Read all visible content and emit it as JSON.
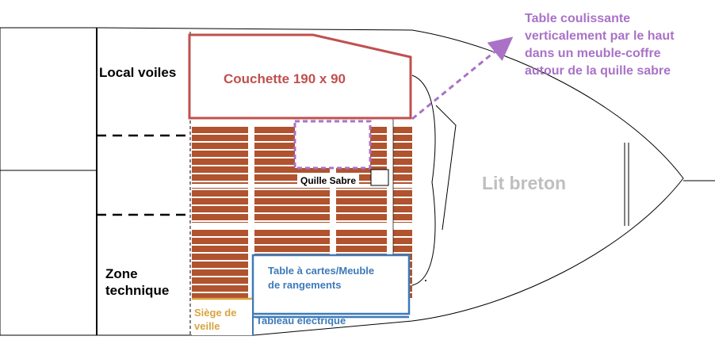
{
  "labels": {
    "local_voiles": "Local voiles",
    "zone_technique_line1": "Zone",
    "zone_technique_line2": "technique",
    "couchette": "Couchette 190 x 90",
    "lit_breton": "Lit breton",
    "quille_sabre": "Quille Sabre",
    "table_cartes_line1": "Table à cartes/Meuble",
    "table_cartes_line2": "de rangements",
    "tableau_electrique": "Tableau électrique",
    "siege_line1": "Siège de",
    "siege_line2": "veille",
    "note_line1": "Table coulissante",
    "note_line2": "verticalement par le haut",
    "note_line3": "dans un meuble-coffre",
    "note_line4": "autour de la quille sabre"
  },
  "colors": {
    "couchette": "#c0504d",
    "lit_breton": "#bfbfbf",
    "table_cartes": "#3d7ab8",
    "siege": "#d9a441",
    "note": "#a972c7",
    "planks": "#b0532e",
    "outline": "#000000"
  }
}
